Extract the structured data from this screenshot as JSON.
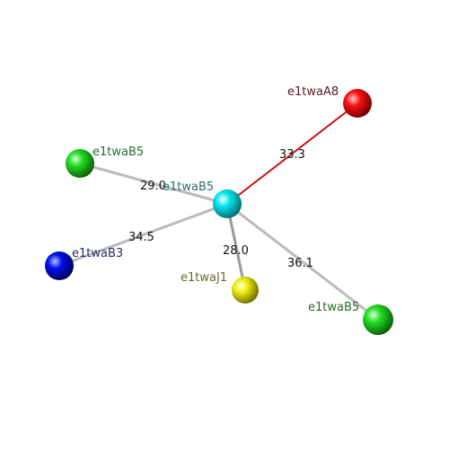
{
  "nodes": [
    {
      "id": "center",
      "label": "e1twaB5",
      "color": "#00e5ee",
      "label_color": "#2f6f6f"
    },
    {
      "id": "a8",
      "label": "e1twaA8",
      "color": "#ff1010",
      "label_color": "#5a1a1a"
    },
    {
      "id": "b5_left",
      "label": "e1twaB5",
      "color": "#22dd22",
      "label_color": "#2a6a2a"
    },
    {
      "id": "b3",
      "label": "e1twaB3",
      "color": "#0010ee",
      "label_color": "#2a2a6a"
    },
    {
      "id": "j1",
      "label": "e1twaJ1",
      "color": "#eeee10",
      "label_color": "#6a6a2a"
    },
    {
      "id": "b5_right",
      "label": "e1twaB5",
      "color": "#22dd22",
      "label_color": "#2a6a2a"
    }
  ],
  "edges": [
    {
      "from": "center",
      "to": "a8",
      "distance": "33.3",
      "color": "#cc1111"
    },
    {
      "from": "center",
      "to": "b5_left",
      "distance": "29.0",
      "color": "#aaaaaa"
    },
    {
      "from": "center",
      "to": "b3",
      "distance": "34.5",
      "color": "#aaaaaa"
    },
    {
      "from": "center",
      "to": "j1",
      "distance": "28.0",
      "color": "#aaaaaa"
    },
    {
      "from": "center",
      "to": "b5_right",
      "distance": "36.1",
      "color": "#aaaaaa"
    }
  ]
}
